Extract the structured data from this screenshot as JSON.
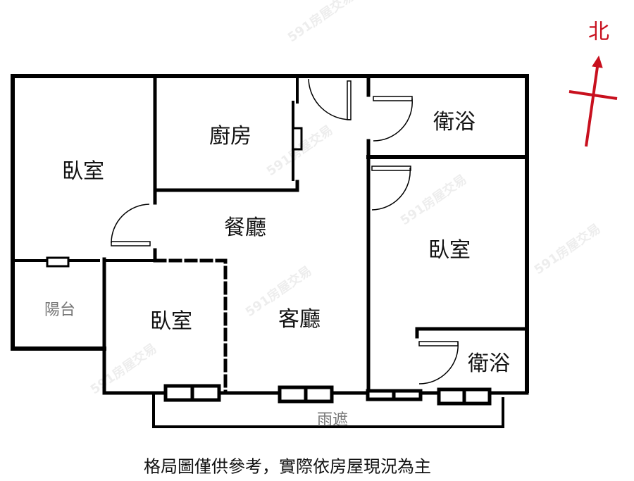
{
  "rooms": {
    "bedroom_1": "臥室",
    "kitchen": "廚房",
    "dining": "餐廳",
    "bathroom_1": "衛浴",
    "bedroom_2": "臥室",
    "balcony": "陽台",
    "bedroom_3": "臥室",
    "living": "客廳",
    "bathroom_2": "衛浴",
    "canopy": "雨遮"
  },
  "compass": {
    "north_label": "北",
    "color": "#c8101e"
  },
  "disclaimer": "格局圖僅供參考，實際依房屋現況為主",
  "watermark": "591房屋交易"
}
